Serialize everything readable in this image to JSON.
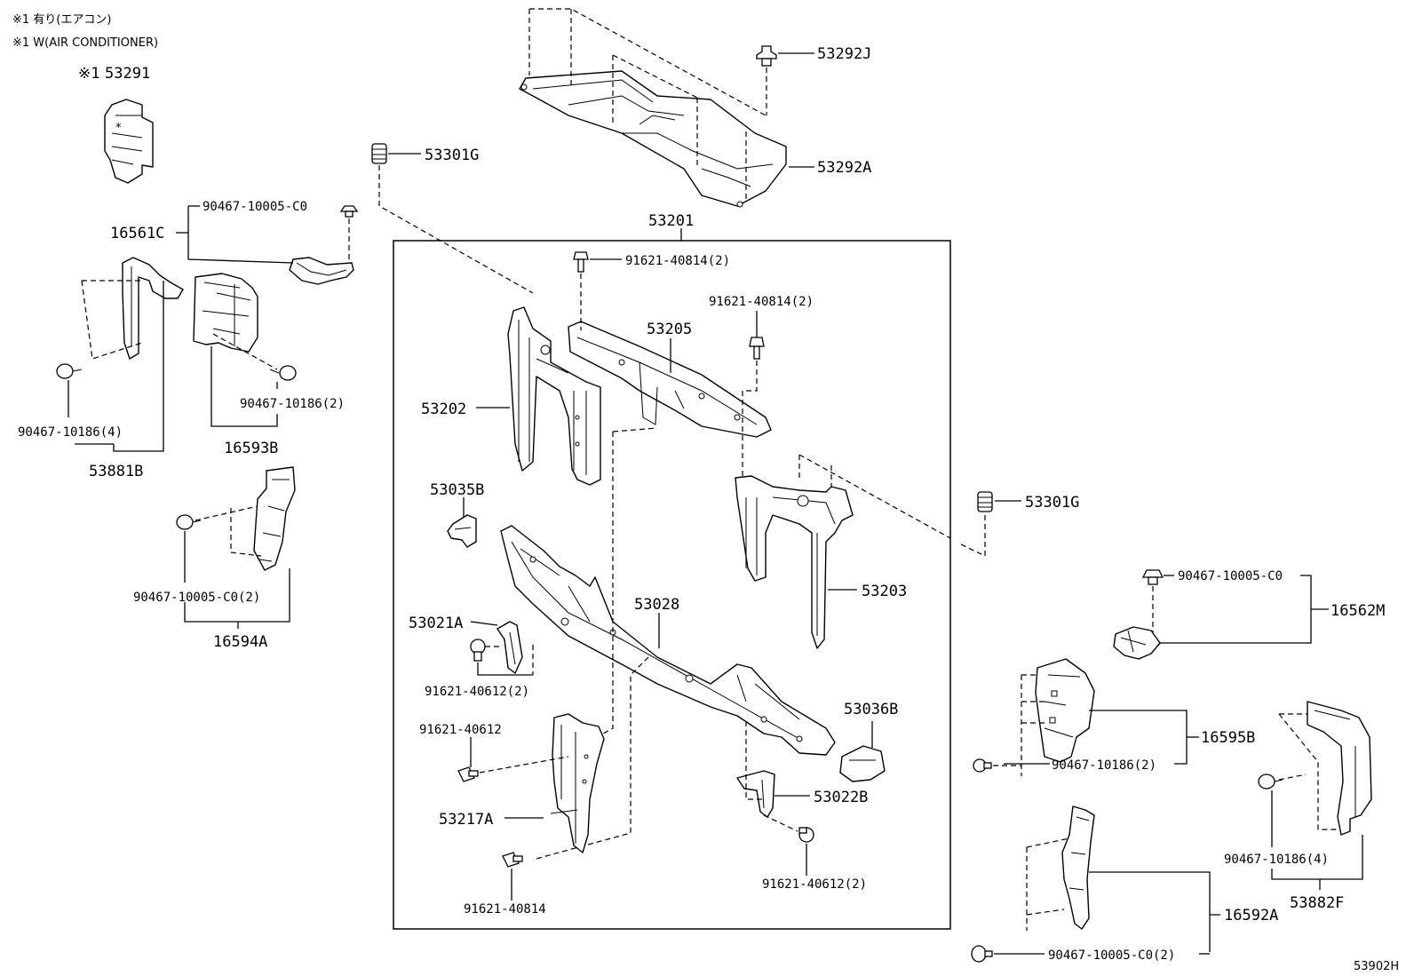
{
  "notes": {
    "line1": "※1 有り(エアコン)",
    "line2": "※1 W(AIR CONDITIONER)",
    "marker": "※1"
  },
  "parts": {
    "p53291": "53291",
    "p53292J": "53292J",
    "p53301G_top": "53301G",
    "p53292A": "53292A",
    "p53201": "53201",
    "p16561C": "16561C",
    "p90467_10005_C0_top": "90467-10005-C0",
    "p91621_40814_2_a": "91621-40814(2)",
    "p91621_40814_2_b": "91621-40814(2)",
    "p53205": "53205",
    "p53202": "53202",
    "p90467_10186_2_left": "90467-10186(2)",
    "p90467_10186_4_left": "90467-10186(4)",
    "p16593B": "16593B",
    "p53881B": "53881B",
    "p53035B": "53035B",
    "p53301G_right": "53301G",
    "p53203": "53203",
    "p90467_10005_C0_2_left": "90467-10005-C0(2)",
    "p16594A": "16594A",
    "p53028": "53028",
    "p53021A": "53021A",
    "p90467_10005_C0_right": "90467-10005-C0",
    "p16562M": "16562M",
    "p91621_40612_2_a": "91621-40612(2)",
    "p53036B": "53036B",
    "p91621_40612": "91621-40612",
    "p16595B": "16595B",
    "p90467_10186_2_right": "90467-10186(2)",
    "p53022B": "53022B",
    "p53217A": "53217A",
    "p90467_10186_4_right": "90467-10186(4)",
    "p53882F": "53882F",
    "p91621_40612_2_b": "91621-40612(2)",
    "p91621_40814": "91621-40814",
    "p16592A": "16592A",
    "p90467_10005_C0_2_right": "90467-10005-C0(2)"
  },
  "figure_code": "53902H"
}
